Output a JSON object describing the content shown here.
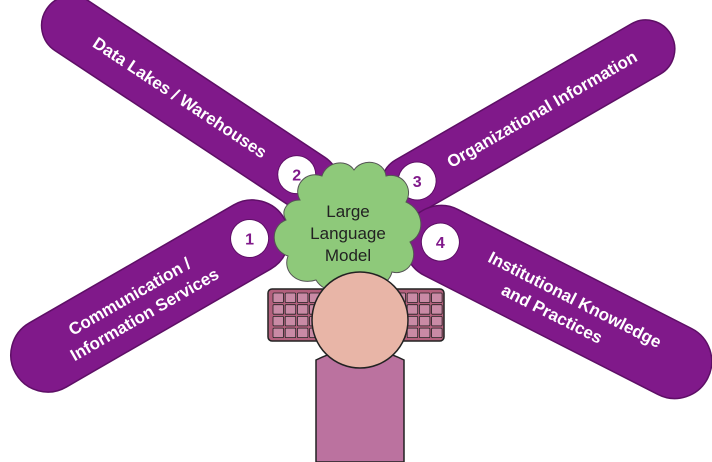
{
  "colors": {
    "arm_fill": "#80198a",
    "arm_stroke": "#5e0f66",
    "badge_fill": "#ffffff",
    "badge_text": "#80198a",
    "cloud_fill": "#8ec97a",
    "cloud_stroke": "#555555",
    "head_fill": "#e8b5a7",
    "body_fill": "#bb729f",
    "keyboard_fill": "#b3607d",
    "key_fill": "#c98aa5",
    "outline": "#222222"
  },
  "center": {
    "lines": [
      "Large",
      "Language",
      "Model"
    ]
  },
  "arms": [
    {
      "number": "1",
      "lines": [
        "Communication /",
        "Information Services"
      ]
    },
    {
      "number": "2",
      "lines": [
        "Data Lakes / Warehouses"
      ]
    },
    {
      "number": "3",
      "lines": [
        "Organizational Information"
      ]
    },
    {
      "number": "4",
      "lines": [
        "Institutional Knowledge",
        "and Practices"
      ]
    }
  ],
  "icons": {
    "cloud": "cloud-icon",
    "keyboard": "keyboard-icon",
    "person": "person-icon"
  }
}
